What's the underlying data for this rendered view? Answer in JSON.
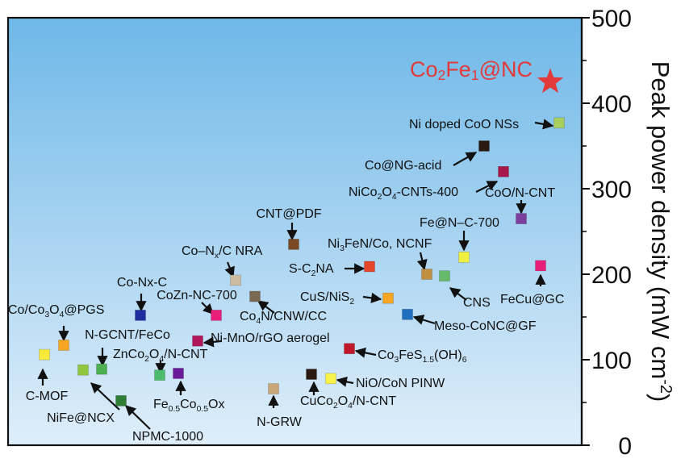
{
  "chart_data": {
    "type": "scatter",
    "ylabel": "Peak power density (mW cm",
    "ylabel_sup": "-2",
    "ylabel_end": ")",
    "ylim": [
      0,
      500
    ],
    "yticks": [
      0,
      100,
      200,
      300,
      400,
      500
    ],
    "grid": false,
    "background_gradient": [
      "#dfeefa",
      "#6fb8e8"
    ],
    "points": [
      {
        "id": "C-MOF",
        "label": "C-MOF",
        "y": 106,
        "color": "#f8ea3a"
      },
      {
        "id": "NiFe@NCX",
        "label": "NiFe@NCX",
        "y": 88,
        "color": "#8ec640"
      },
      {
        "id": "NPMC-1000",
        "label": "NPMC-1000",
        "y": 52,
        "color": "#2e7d32"
      },
      {
        "id": "Co/Co3O4@PGS",
        "label": "Co/Co3O4@PGS",
        "y": 117,
        "color": "#f5a623"
      },
      {
        "id": "N-GCNT/FeCo",
        "label": "N-GCNT/FeCo",
        "y": 89,
        "color": "#4caf50"
      },
      {
        "id": "Co-Nx-C",
        "label": "Co-Nx-C",
        "y": 152,
        "color": "#1f2e9e"
      },
      {
        "id": "ZnCo2O4/N-CNT",
        "label": "ZnCo2O4/N-CNT",
        "y": 82,
        "color": "#4cbb6c"
      },
      {
        "id": "Fe0.5Co0.5Ox",
        "label": "Fe0.5Co0.5Ox",
        "y": 84,
        "color": "#6a1b9a"
      },
      {
        "id": "CoZn-NC-700",
        "label": "CoZn-NC-700",
        "y": 152,
        "color": "#e91e7a"
      },
      {
        "id": "Ni-MnO/rGO aerogel",
        "label": "Ni-MnO/rGO aerogel",
        "y": 122,
        "color": "#b0185a"
      },
      {
        "id": "Co-Nx/C NRA",
        "label": "Co–Nx/C NRA",
        "y": 193,
        "color": "#cdbba0"
      },
      {
        "id": "Co4N/CNW/CC",
        "label": "Co4N/CNW/CC",
        "y": 174,
        "color": "#7a6a52"
      },
      {
        "id": "CNT@PDF",
        "label": "CNT@PDF",
        "y": 235,
        "color": "#7b4a24"
      },
      {
        "id": "N-GRW",
        "label": "N-GRW",
        "y": 66,
        "color": "#c9a677"
      },
      {
        "id": "CuCo2O4/N-CNT",
        "label": "CuCo2O4/N-CNT",
        "y": 83,
        "color": "#2a1a12"
      },
      {
        "id": "NiO/CoN PINW",
        "label": "NiO/CoN PINW",
        "y": 78,
        "color": "#f8f24a"
      },
      {
        "id": "Co3FeS1.5(OH)6",
        "label": "Co3FeS1.5(OH)6",
        "y": 113,
        "color": "#c0172a"
      },
      {
        "id": "S-C2NA",
        "label": "S-C2NA",
        "y": 209,
        "color": "#e5452a"
      },
      {
        "id": "CuS/NiS2",
        "label": "CuS/NiS2",
        "y": 172,
        "color": "#f5a623"
      },
      {
        "id": "Ni3FeN/Co, NCNF",
        "label": "Ni3FeN/Co, NCNF",
        "y": 200,
        "color": "#c09040"
      },
      {
        "id": "CNS",
        "label": "CNS",
        "y": 198,
        "color": "#66bb6a"
      },
      {
        "id": "Meso-CoNC@GF",
        "label": "Meso-CoNC@GF",
        "y": 153,
        "color": "#1e6fc0"
      },
      {
        "id": "Fe@N-C-700",
        "label": "Fe@N–C-700",
        "y": 220,
        "color": "#f0f040"
      },
      {
        "id": "FeCu@GC",
        "label": "FeCu@GC",
        "y": 210,
        "color": "#e91e7a"
      },
      {
        "id": "CoO/N-CNT",
        "label": "CoO/N-CNT",
        "y": 265,
        "color": "#7b3fa0"
      },
      {
        "id": "NiCo2O4-CNTs-400",
        "label": "NiCo2O4-CNTs-400",
        "y": 320,
        "color": "#a8174a"
      },
      {
        "id": "Co@NG-acid",
        "label": "Co@NG-acid",
        "y": 350,
        "color": "#2a1a12"
      },
      {
        "id": "Ni doped CoO NSs",
        "label": "Ni doped CoO NSs",
        "y": 377,
        "color": "#a8d060"
      }
    ],
    "highlight": {
      "label": "Co2Fe1@NC",
      "y": 425,
      "color": "#e23a3a",
      "marker": "star"
    }
  }
}
